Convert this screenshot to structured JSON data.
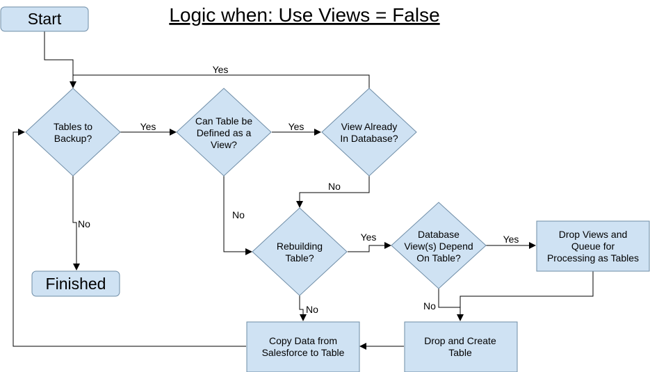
{
  "title": "Logic when: Use Views = False",
  "nodes": {
    "start": {
      "lines": [
        "Start"
      ]
    },
    "tables_to_backup": {
      "lines": [
        "Tables to",
        "Backup?"
      ]
    },
    "can_table_be_view": {
      "lines": [
        "Can Table be",
        "Defined as a",
        "View?"
      ]
    },
    "view_already_in_db": {
      "lines": [
        "View Already",
        "In Database?"
      ]
    },
    "finished": {
      "lines": [
        "Finished"
      ]
    },
    "rebuilding_table": {
      "lines": [
        "Rebuilding",
        "Table?"
      ]
    },
    "db_views_depend": {
      "lines": [
        "Database",
        "View(s) Depend",
        "On Table?"
      ]
    },
    "drop_views_queue": {
      "lines": [
        "Drop Views and",
        "Queue for",
        "Processing as Tables"
      ]
    },
    "copy_data": {
      "lines": [
        "Copy Data from",
        "Salesforce to Table"
      ]
    },
    "drop_create_table": {
      "lines": [
        "Drop and Create",
        "Table"
      ]
    }
  },
  "edges": {
    "view_already_yes": "Yes",
    "tables_yes": "Yes",
    "can_view_yes": "Yes",
    "view_already_no": "No",
    "tables_no": "No",
    "can_view_no": "No",
    "rebuilding_yes": "Yes",
    "depend_yes": "Yes",
    "depend_no": "No",
    "rebuilding_no": "No"
  }
}
